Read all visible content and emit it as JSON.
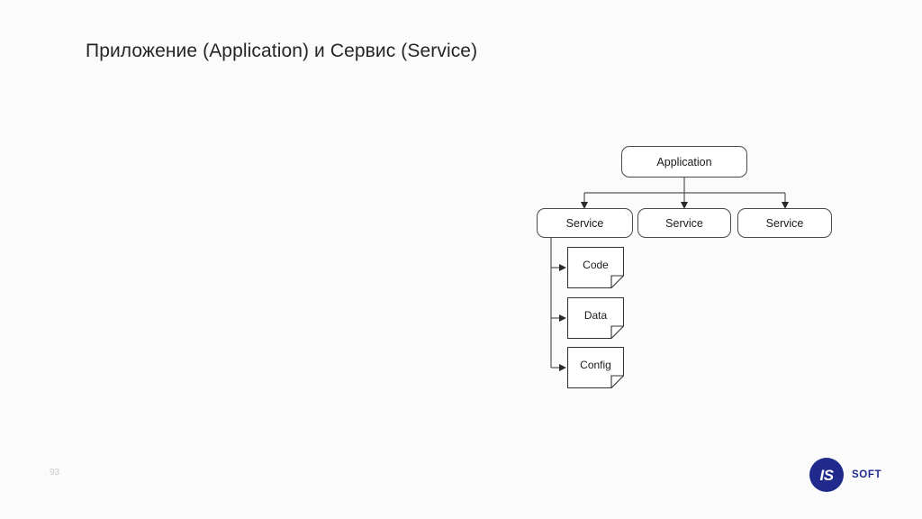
{
  "slide": {
    "title": "Приложение (Application) и Сервис (Service)",
    "page_number": "93",
    "background_color": "#fbfbfb"
  },
  "diagram": {
    "type": "hierarchy-tree",
    "root": {
      "label": "Application",
      "shape": "rounded-rect"
    },
    "services": [
      {
        "label": "Service",
        "shape": "rounded-rect"
      },
      {
        "label": "Service",
        "shape": "rounded-rect"
      },
      {
        "label": "Service",
        "shape": "rounded-rect"
      }
    ],
    "service_artifacts": [
      {
        "label": "Code",
        "shape": "document"
      },
      {
        "label": "Data",
        "shape": "document"
      },
      {
        "label": "Config",
        "shape": "document"
      }
    ],
    "colors": {
      "node_fill": "#ffffff",
      "node_stroke": "#4a4a4a",
      "connector": "#555555",
      "text": "#1a1a1a"
    }
  },
  "logo": {
    "mark_text": "IS",
    "word_text": "SOFT",
    "brand_color": "#1f2a8c"
  }
}
